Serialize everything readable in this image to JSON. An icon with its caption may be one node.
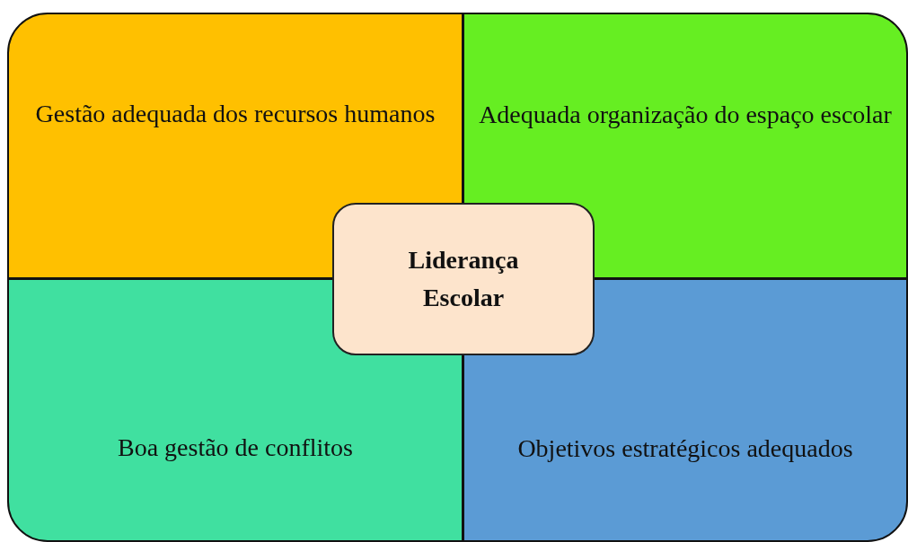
{
  "diagram": {
    "nodes": [
      {
        "text": [
          "Gestão adequada dos recursos humanos"
        ]
      },
      {
        "text": [
          "Adequada organização do espaço escolar"
        ]
      },
      {
        "text": [
          "Liderança Escolar"
        ]
      },
      {
        "text": [
          "Boa gestão de conflitos"
        ]
      },
      {
        "text": [
          "Objetivos estratégicos adequados"
        ]
      }
    ],
    "edges": []
  }
}
